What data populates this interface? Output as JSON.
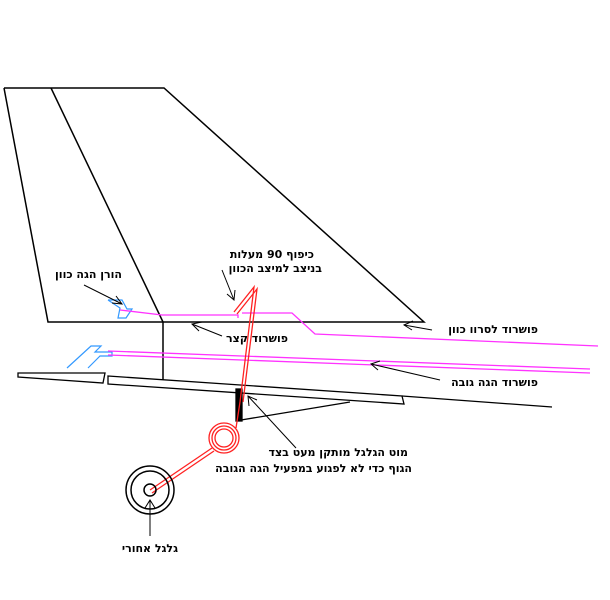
{
  "labels": {
    "rudder_horn": "הורן הגה כוון",
    "short_rod": "פושרוד קצר",
    "bend_line1": "כיפוף 90 מעלות",
    "bend_line2": "בניצב למיצב הכוון",
    "rudder_servo_rod": "פושרוד לסרוו כוון",
    "elevator_rod": "פושרוד הגה גובה",
    "wire_line1": "מוט הגלגל מותקן מעט בצד",
    "wire_line2": "הגוף כדי לא לפגוע במפעיל הגה הגובה",
    "tail_wheel": "גלגל אחורי"
  },
  "colors": {
    "structure": "#000000",
    "pushrod": "#ff33ff",
    "horn": "#3399ff",
    "wire": "#ff2222",
    "background": "#ffffff"
  }
}
